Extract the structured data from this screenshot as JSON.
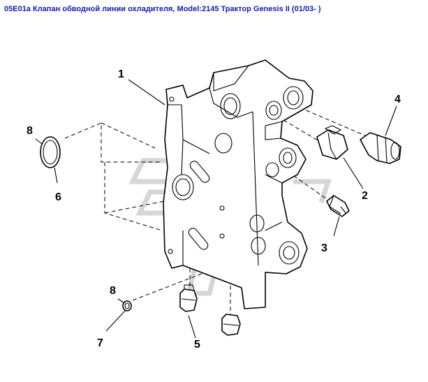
{
  "title": "05E01a Клапан обводной линии охладителя, Model:2145 Трактор Genesis II (01/03- )",
  "callouts": {
    "c1": "1",
    "c2": "2",
    "c3": "3",
    "c4": "4",
    "c5": "5",
    "c6": "6",
    "c7": "7",
    "c8a": "8",
    "c8b": "8"
  }
}
